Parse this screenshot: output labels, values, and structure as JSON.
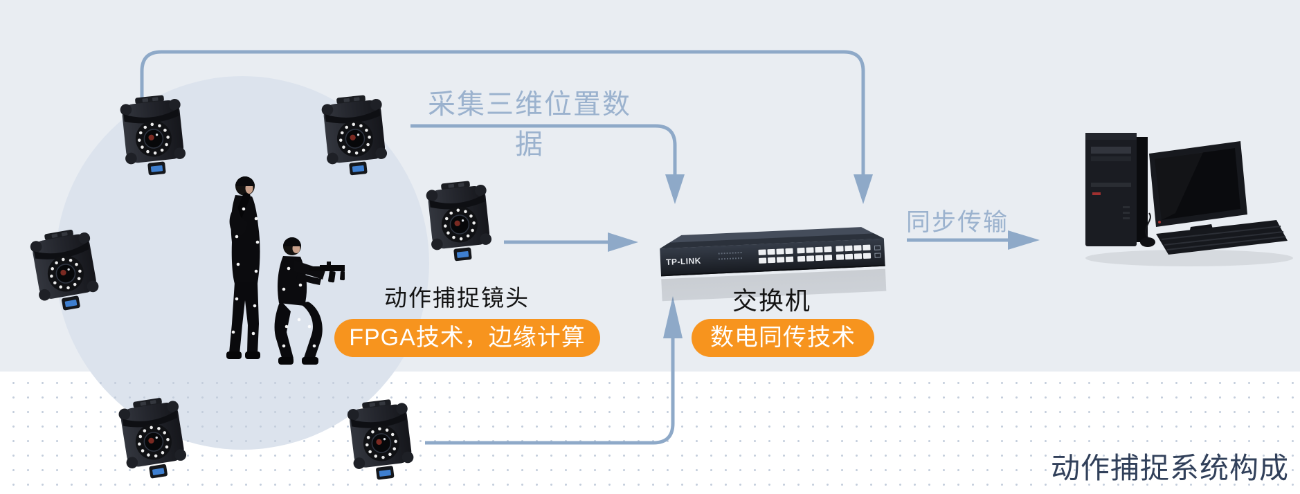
{
  "diagram": {
    "title": "动作捕捉系统构成",
    "flow": {
      "collect_label": "采集三维位置数据",
      "sync_label": "同步传输"
    },
    "nodes": {
      "camera_label": "动作捕捉镜头",
      "camera_badge": "FPGA技术，边缘计算",
      "switch_label": "交换机",
      "switch_badge": "数电同传技术",
      "switch_brand": "TP-LINK"
    },
    "icons": [
      "mocap-camera-icon",
      "actors-illustration",
      "network-switch-illustration",
      "computer-illustration"
    ],
    "colors": {
      "background": "#e9edf2",
      "stage_circle": "#dce3ed",
      "dotted_strip_bg": "#ffffff",
      "dot": "#c4cedc",
      "flow_line": "#8ea9c8",
      "flow_text": "#9bb2ce",
      "badge_orange": "#f7941e",
      "node_text": "#141414",
      "title_text": "#31405a"
    }
  }
}
